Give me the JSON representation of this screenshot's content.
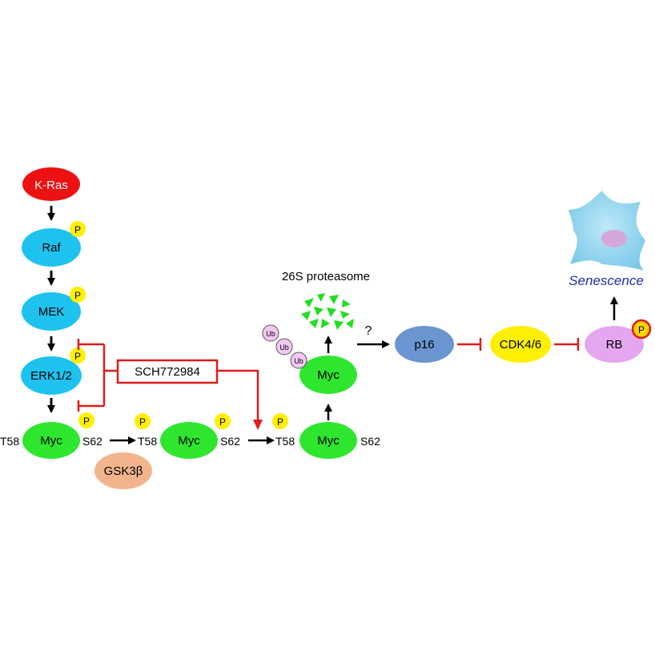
{
  "nodes": {
    "kras": "K-Ras",
    "raf": "Raf",
    "mek": "MEK",
    "erk": "ERK1/2",
    "myc1": "Myc",
    "myc2": "Myc",
    "myc3": "Myc",
    "myc4": "Myc",
    "gsk3b": "GSK3β",
    "p16": "p16",
    "cdk46": "CDK4/6",
    "rb": "RB"
  },
  "phospho_label": "P",
  "ubiquitin_label": "Ub",
  "sites": {
    "t58": "T58",
    "s62": "S62"
  },
  "inhibitor": "SCH772984",
  "proteasome": "26S proteasome",
  "question": "?",
  "outcome": "Senescence",
  "colors": {
    "kras": "#ee1111",
    "blue_node": "#1ec2ef",
    "myc": "#2ee62e",
    "phospho": "#ffef00",
    "gsk3b": "#f2b48c",
    "p16": "#6b95d1",
    "cdk": "#ffef00",
    "rb": "#e3a6ef",
    "ub": "#f2c8f2",
    "inhibit": "#e01b1b",
    "fragments": "#22dd22",
    "senescence_text": "#1a2fb0"
  },
  "icons": [
    "senescent-cell-icon",
    "degraded-fragments-icon"
  ]
}
